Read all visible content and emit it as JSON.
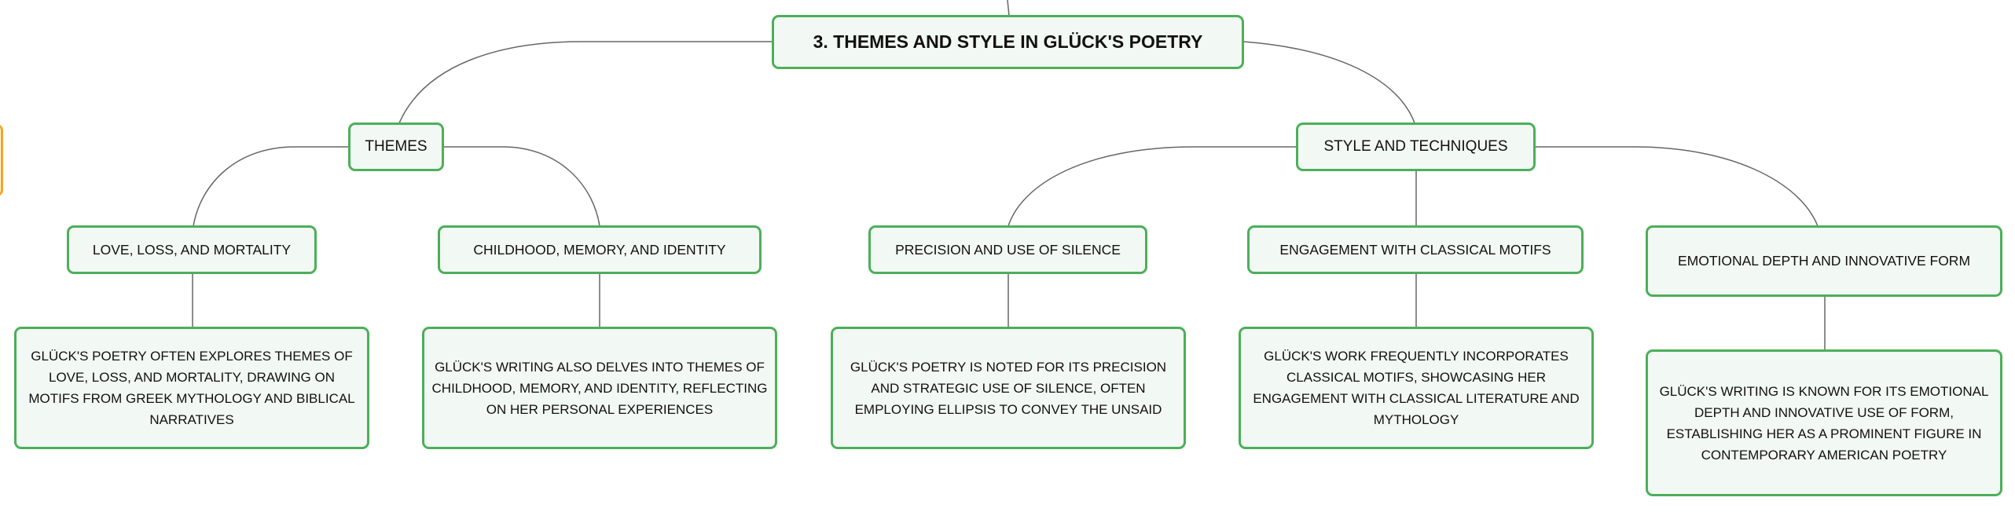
{
  "mindmap": {
    "root": "3. THEMES AND STYLE IN GLÜCK'S POETRY",
    "branches": [
      {
        "label": "THEMES",
        "children": [
          {
            "label": "LOVE, LOSS, AND MORTALITY",
            "detail": "GLÜCK'S POETRY OFTEN EXPLORES THEMES OF LOVE, LOSS, AND MORTALITY, DRAWING ON MOTIFS FROM GREEK MYTHOLOGY AND BIBLICAL NARRATIVES"
          },
          {
            "label": "CHILDHOOD, MEMORY, AND IDENTITY",
            "detail": "GLÜCK'S WRITING ALSO DELVES INTO THEMES OF CHILDHOOD, MEMORY, AND IDENTITY, REFLECTING ON HER PERSONAL EXPERIENCES"
          }
        ]
      },
      {
        "label": "STYLE AND TECHNIQUES",
        "children": [
          {
            "label": "PRECISION AND USE OF SILENCE",
            "detail": "GLÜCK'S POETRY IS NOTED FOR ITS PRECISION AND STRATEGIC USE OF SILENCE, OFTEN EMPLOYING ELLIPSIS TO CONVEY THE UNSAID"
          },
          {
            "label": "ENGAGEMENT WITH CLASSICAL MOTIFS",
            "detail": "GLÜCK'S WORK FREQUENTLY INCORPORATES CLASSICAL MOTIFS, SHOWCASING HER ENGAGEMENT WITH CLASSICAL LITERATURE AND MYTHOLOGY"
          },
          {
            "label": "EMOTIONAL DEPTH AND INNOVATIVE FORM",
            "detail": "GLÜCK'S WRITING IS KNOWN FOR ITS EMOTIONAL DEPTH AND INNOVATIVE USE OF FORM, ESTABLISHING HER AS A PROMINENT FIGURE IN CONTEMPORARY AMERICAN POETRY"
          }
        ]
      }
    ],
    "colors": {
      "node_border": "#4caf5a",
      "node_fill": "#f2f8f3",
      "connector": "#666666",
      "edge_tab_border": "#f5a623"
    }
  }
}
